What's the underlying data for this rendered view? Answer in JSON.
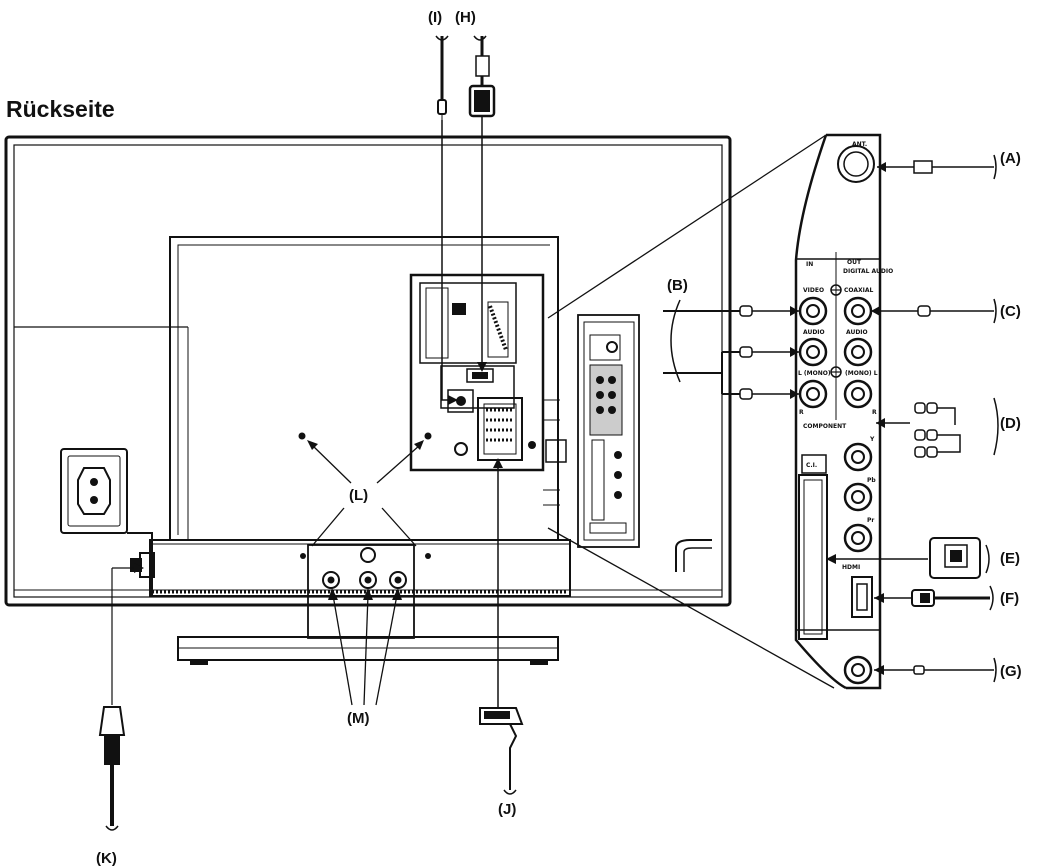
{
  "page_title": "Rückseite",
  "callouts": {
    "A": "(A)",
    "B": "(B)",
    "C": "(C)",
    "D": "(D)",
    "E": "(E)",
    "F": "(F)",
    "G": "(G)",
    "H": "(H)",
    "I": "(I)",
    "J": "(J)",
    "K": "(K)",
    "L": "(L)",
    "M": "(M)"
  },
  "panel_labels": {
    "ant": "ANT.",
    "in": "IN",
    "out": "OUT",
    "digital_audio": "DIGITAL AUDIO",
    "coaxial": "COAXIAL",
    "video": "VIDEO",
    "audio_left": "AUDIO",
    "audio_right": "AUDIO",
    "l_mono_left": "L (MONO)",
    "l_mono_right": "(MONO) L",
    "r_left": "R",
    "r_right": "R",
    "component": "COMPONENT",
    "y": "Y",
    "pb": "Pb",
    "pr": "Pr",
    "ci": "C.I.",
    "hdmi": "HDMI"
  }
}
